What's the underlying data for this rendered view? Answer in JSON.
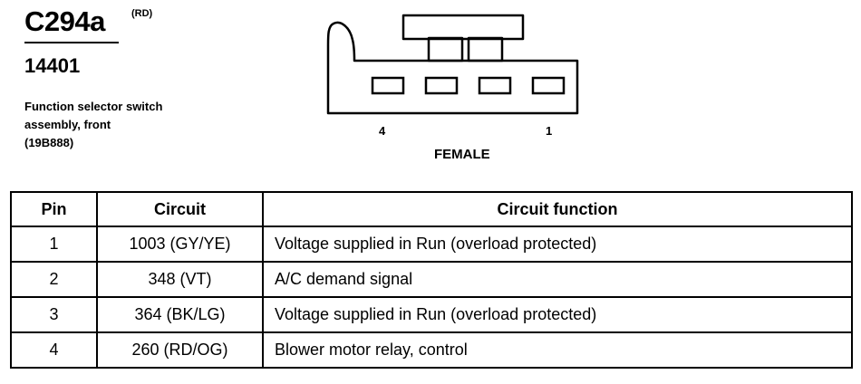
{
  "connector": {
    "id": "C294a",
    "color_code": "(RD)",
    "part_number": "14401",
    "description_lines": [
      "Function selector switch",
      "assembly, front",
      "(19B888)"
    ]
  },
  "diagram": {
    "pin_left_label": "4",
    "pin_right_label": "1",
    "gender": "FEMALE",
    "cavity_count": 4
  },
  "table": {
    "headers": {
      "pin": "Pin",
      "circuit": "Circuit",
      "function": "Circuit function"
    },
    "rows": [
      {
        "pin": "1",
        "circuit": "1003 (GY/YE)",
        "function": "Voltage supplied in Run (overload protected)"
      },
      {
        "pin": "2",
        "circuit": "348 (VT)",
        "function": "A/C demand signal"
      },
      {
        "pin": "3",
        "circuit": "364 (BK/LG)",
        "function": "Voltage supplied in Run (overload protected)"
      },
      {
        "pin": "4",
        "circuit": "260 (RD/OG)",
        "function": "Blower motor relay, control"
      }
    ]
  }
}
